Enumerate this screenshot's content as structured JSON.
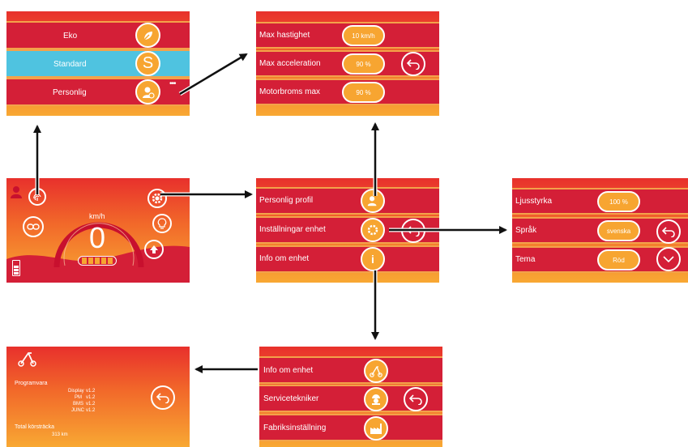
{
  "mode_screen": {
    "items": [
      {
        "label": "Eko",
        "icon": "leaf-icon"
      },
      {
        "label": "Standard",
        "icon": "s-letter-icon",
        "letter": "S"
      },
      {
        "label": "Personlig",
        "icon": "person-gear-icon"
      }
    ],
    "more": "•••"
  },
  "profile_screen": {
    "items": [
      {
        "label": "Max hastighet",
        "value": "10 km/h"
      },
      {
        "label": "Max acceleration",
        "value": "90 %"
      },
      {
        "label": "Motorbroms max",
        "value": "90 %"
      }
    ],
    "back_icon": "back-arrow-icon"
  },
  "main_screen": {
    "speed": "0",
    "unit": "km/h",
    "battery_icon": "battery-icon",
    "icons": [
      "user-icon",
      "fingerprint-icon",
      "link-icon",
      "gear-icon",
      "lightbulb-icon",
      "up-arrow-icon"
    ]
  },
  "settings_screen": {
    "items": [
      {
        "label": "Personlig profil",
        "icon": "person-gear-icon"
      },
      {
        "label": "Inställningar enhet",
        "icon": "gear-icon"
      },
      {
        "label": "Info om enhet",
        "icon": "info-icon"
      }
    ]
  },
  "device_settings_screen": {
    "items": [
      {
        "label": "Ljusstyrka",
        "value": "100 %"
      },
      {
        "label": "Språk",
        "value": "svenska"
      },
      {
        "label": "Tema",
        "value": "Röd"
      }
    ]
  },
  "info_menu_screen": {
    "items": [
      {
        "label": "Info om enhet",
        "icon": "scooter-icon"
      },
      {
        "label": "Servicetekniker",
        "icon": "technician-icon"
      },
      {
        "label": "Fabriksinställning",
        "icon": "factory-icon"
      }
    ]
  },
  "info_screen": {
    "software_title": "Programvara",
    "versions": [
      {
        "name": "Display",
        "version": "v1.2"
      },
      {
        "name": "PM",
        "version": "v1.2"
      },
      {
        "name": "BMS",
        "version": "v1.2"
      },
      {
        "name": "JUNC",
        "version": "v1.2"
      }
    ],
    "distance_title": "Total körsträcka",
    "distance_value": "313 km"
  }
}
